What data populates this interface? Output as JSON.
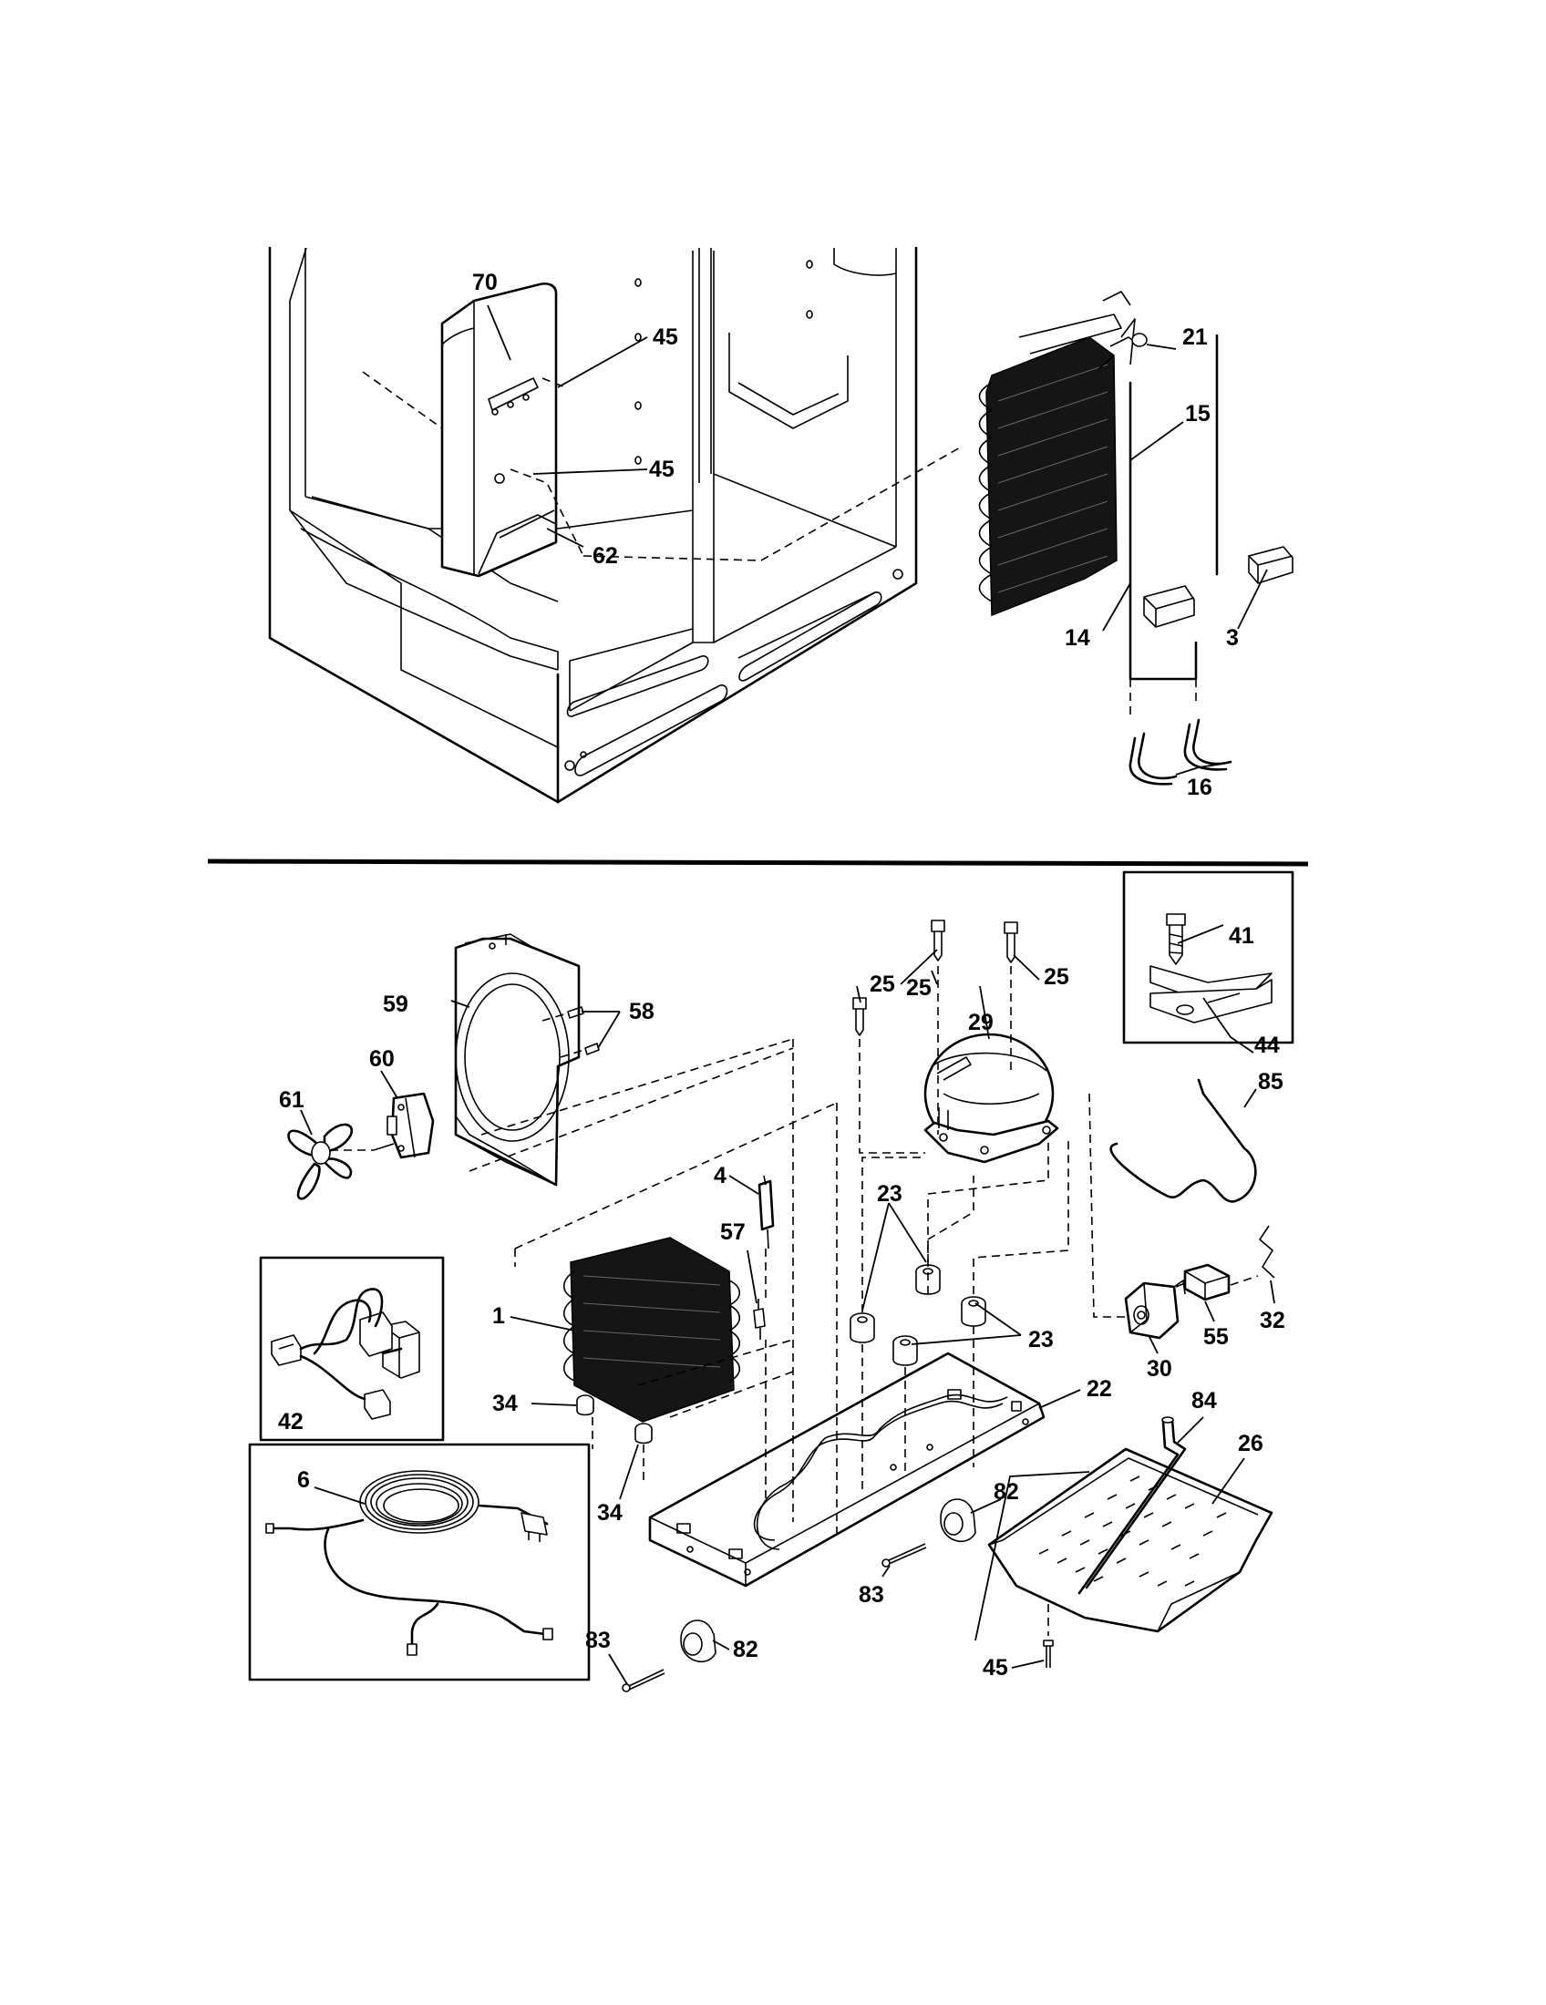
{
  "callouts": [
    {
      "id": "c70a",
      "text": "70"
    },
    {
      "id": "c45a",
      "text": "45"
    },
    {
      "id": "c45b",
      "text": "45"
    },
    {
      "id": "c62",
      "text": "62"
    },
    {
      "id": "c21",
      "text": "21"
    },
    {
      "id": "c15",
      "text": "15"
    },
    {
      "id": "c3",
      "text": "3"
    },
    {
      "id": "c14",
      "text": "14"
    },
    {
      "id": "c16",
      "text": "16"
    },
    {
      "id": "c25a",
      "text": "25"
    },
    {
      "id": "c25b",
      "text": "25"
    },
    {
      "id": "c25c",
      "text": "25"
    },
    {
      "id": "c29",
      "text": "29"
    },
    {
      "id": "c41",
      "text": "41"
    },
    {
      "id": "c44",
      "text": "44"
    },
    {
      "id": "c59",
      "text": "59"
    },
    {
      "id": "c58",
      "text": "58"
    },
    {
      "id": "c60",
      "text": "60"
    },
    {
      "id": "c61",
      "text": "61"
    },
    {
      "id": "c85",
      "text": "85"
    },
    {
      "id": "c4",
      "text": "4"
    },
    {
      "id": "c57",
      "text": "57"
    },
    {
      "id": "c23a",
      "text": "23"
    },
    {
      "id": "c23b",
      "text": "23"
    },
    {
      "id": "c1",
      "text": "1"
    },
    {
      "id": "c42",
      "text": "42"
    },
    {
      "id": "c30",
      "text": "30"
    },
    {
      "id": "c55",
      "text": "55"
    },
    {
      "id": "c32",
      "text": "32"
    },
    {
      "id": "c34a",
      "text": "34"
    },
    {
      "id": "c34b",
      "text": "34"
    },
    {
      "id": "c22",
      "text": "22"
    },
    {
      "id": "c84",
      "text": "84"
    },
    {
      "id": "c26",
      "text": "26"
    },
    {
      "id": "c6",
      "text": "6"
    },
    {
      "id": "c82a",
      "text": "82"
    },
    {
      "id": "c82b",
      "text": "82"
    },
    {
      "id": "c83a",
      "text": "83"
    },
    {
      "id": "c83b",
      "text": "83"
    },
    {
      "id": "c45c",
      "text": "45"
    }
  ]
}
